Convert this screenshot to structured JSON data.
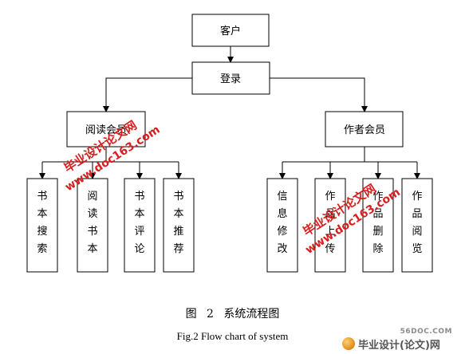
{
  "diagram": {
    "nodes": {
      "customer": "客户",
      "login": "登录",
      "reader_member": "阅读会员",
      "author_member": "作者会员",
      "book_search": "书本搜索",
      "read_book": "阅读书本",
      "book_comment": "书本评论",
      "book_recommend": "书本推荐",
      "info_modify": "信息修改",
      "work_upload": "作品上传",
      "work_delete": "作品删除",
      "work_browse": "作品阅览"
    }
  },
  "caption": {
    "cn": "图 2 系统流程图",
    "en": "Fig.2 Flow chart of system"
  },
  "watermark": {
    "line1": "毕业设计论文网",
    "line2": "www.doc163.com",
    "site_top": "56DOC.COM",
    "site_bottom": "毕业设计(论文)网",
    "color": "#d81e1e"
  }
}
